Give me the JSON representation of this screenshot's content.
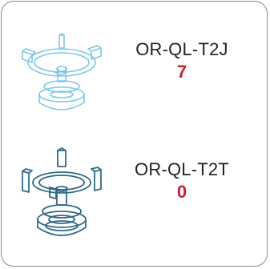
{
  "items": [
    {
      "code": "OR-QL-T2J",
      "count": "7",
      "icon": "light-blue-part-icon",
      "icon_color": "#7ec8e8",
      "count_color": "#c8202c"
    },
    {
      "code": "OR-QL-T2T",
      "count": "0",
      "icon": "dark-blue-part-icon",
      "icon_color": "#2e6b85",
      "count_color": "#c8202c"
    }
  ]
}
